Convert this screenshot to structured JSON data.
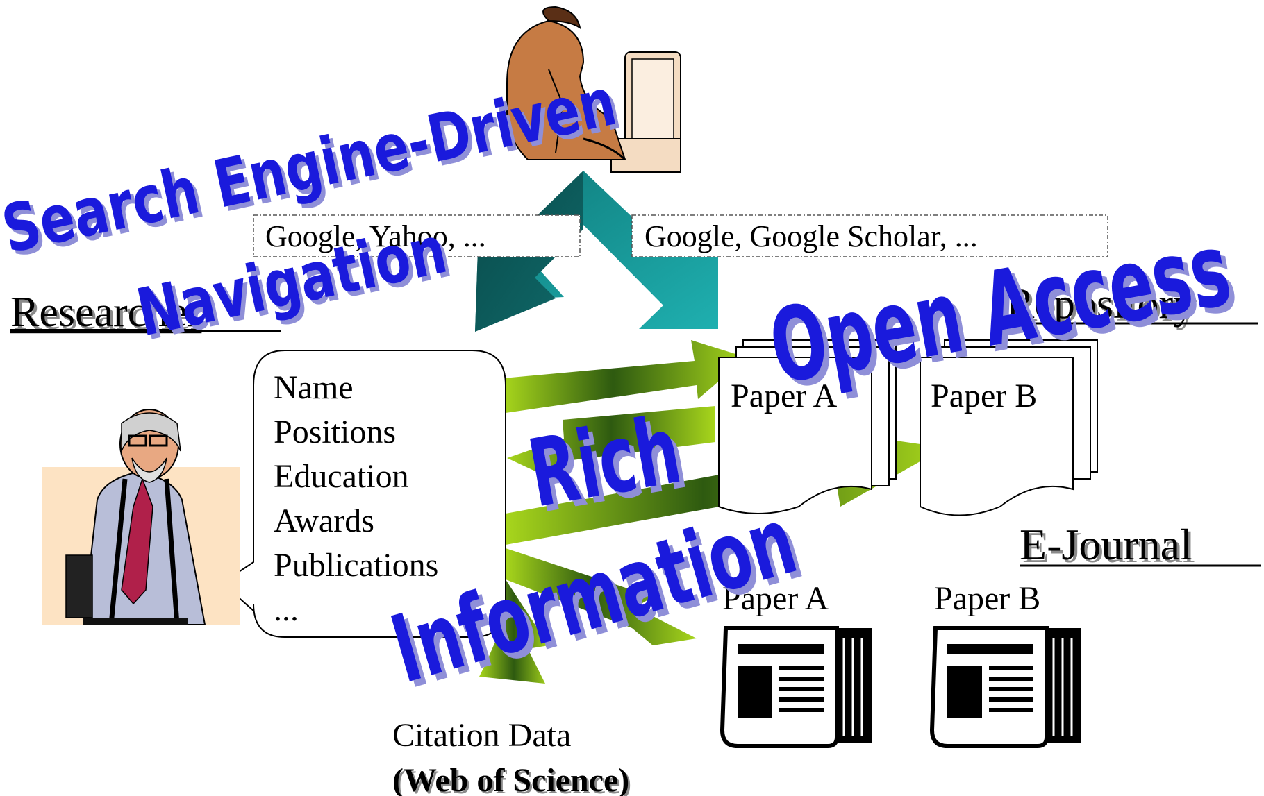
{
  "search_boxes": {
    "left": "Google, Yahoo, ...",
    "right": "Google, Google Scholar, ..."
  },
  "labels": {
    "researcher": "Researcher",
    "repository": "Repository",
    "ejournal": "E-Journal",
    "citation_line1": "Citation Data",
    "citation_line2": "(Web of Science)"
  },
  "profile_items": [
    "Name",
    "Positions",
    "Education",
    "Awards",
    "Publications",
    "..."
  ],
  "repository_papers": [
    "Paper A",
    "Paper B"
  ],
  "ejournal_papers": [
    "Paper A",
    "Paper B"
  ],
  "overlay_text": {
    "search_line1": "Search Engine-Driven",
    "search_line2": "Navigation",
    "open_access": "Open Access",
    "rich": "Rich",
    "information": "Information"
  },
  "colors": {
    "overlay_blue": "#1a1adc",
    "overlay_shadow": "#8f8fd8",
    "green_arrow": "#8fc31f",
    "green_dark": "#2e5a10",
    "teal_dark": "#0d5b5b",
    "teal_light": "#1aa3a3"
  },
  "icons": [
    "computer-user-icon",
    "researcher-icon",
    "newspaper-icon"
  ]
}
